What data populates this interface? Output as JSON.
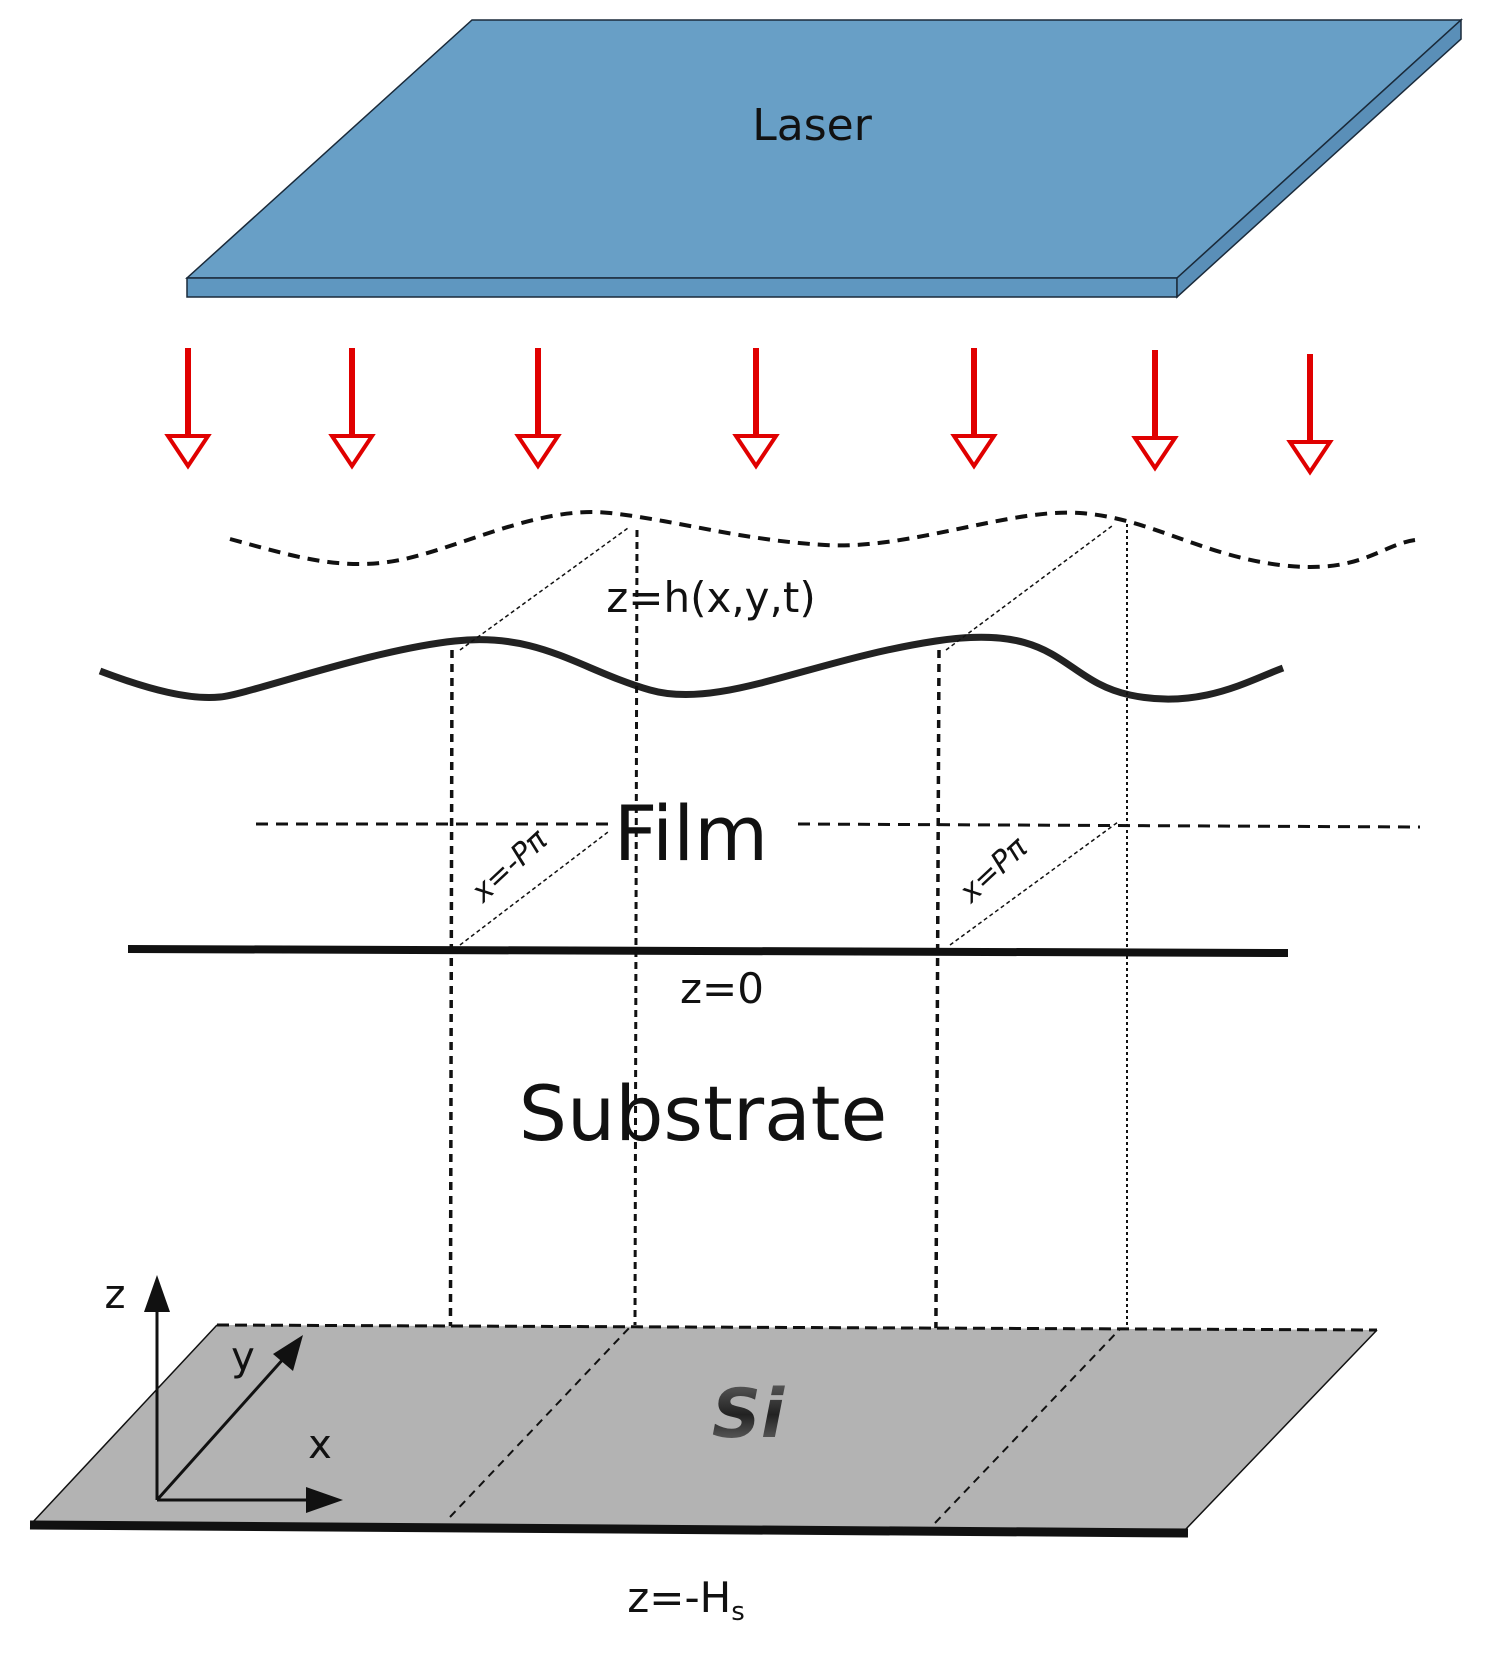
{
  "laser": {
    "label": "Laser",
    "top_color": "#689fc6",
    "edge_color": "#5a8fb8"
  },
  "beam": {
    "color": "#e00000",
    "arrow_count": 7
  },
  "film": {
    "label": "Film",
    "surface_label": "z=h(x,y,t)",
    "left_boundary_label": "x=-Pπ",
    "right_boundary_label": "x=Pπ"
  },
  "interface": {
    "label": "z=0"
  },
  "substrate": {
    "label": "Substrate",
    "bottom_label_main": "z=-H",
    "bottom_label_sub": "s"
  },
  "base_plate": {
    "label": "Si",
    "color": "#b3b3b3"
  },
  "axes": {
    "z": "z",
    "y": "y",
    "x": "x"
  }
}
